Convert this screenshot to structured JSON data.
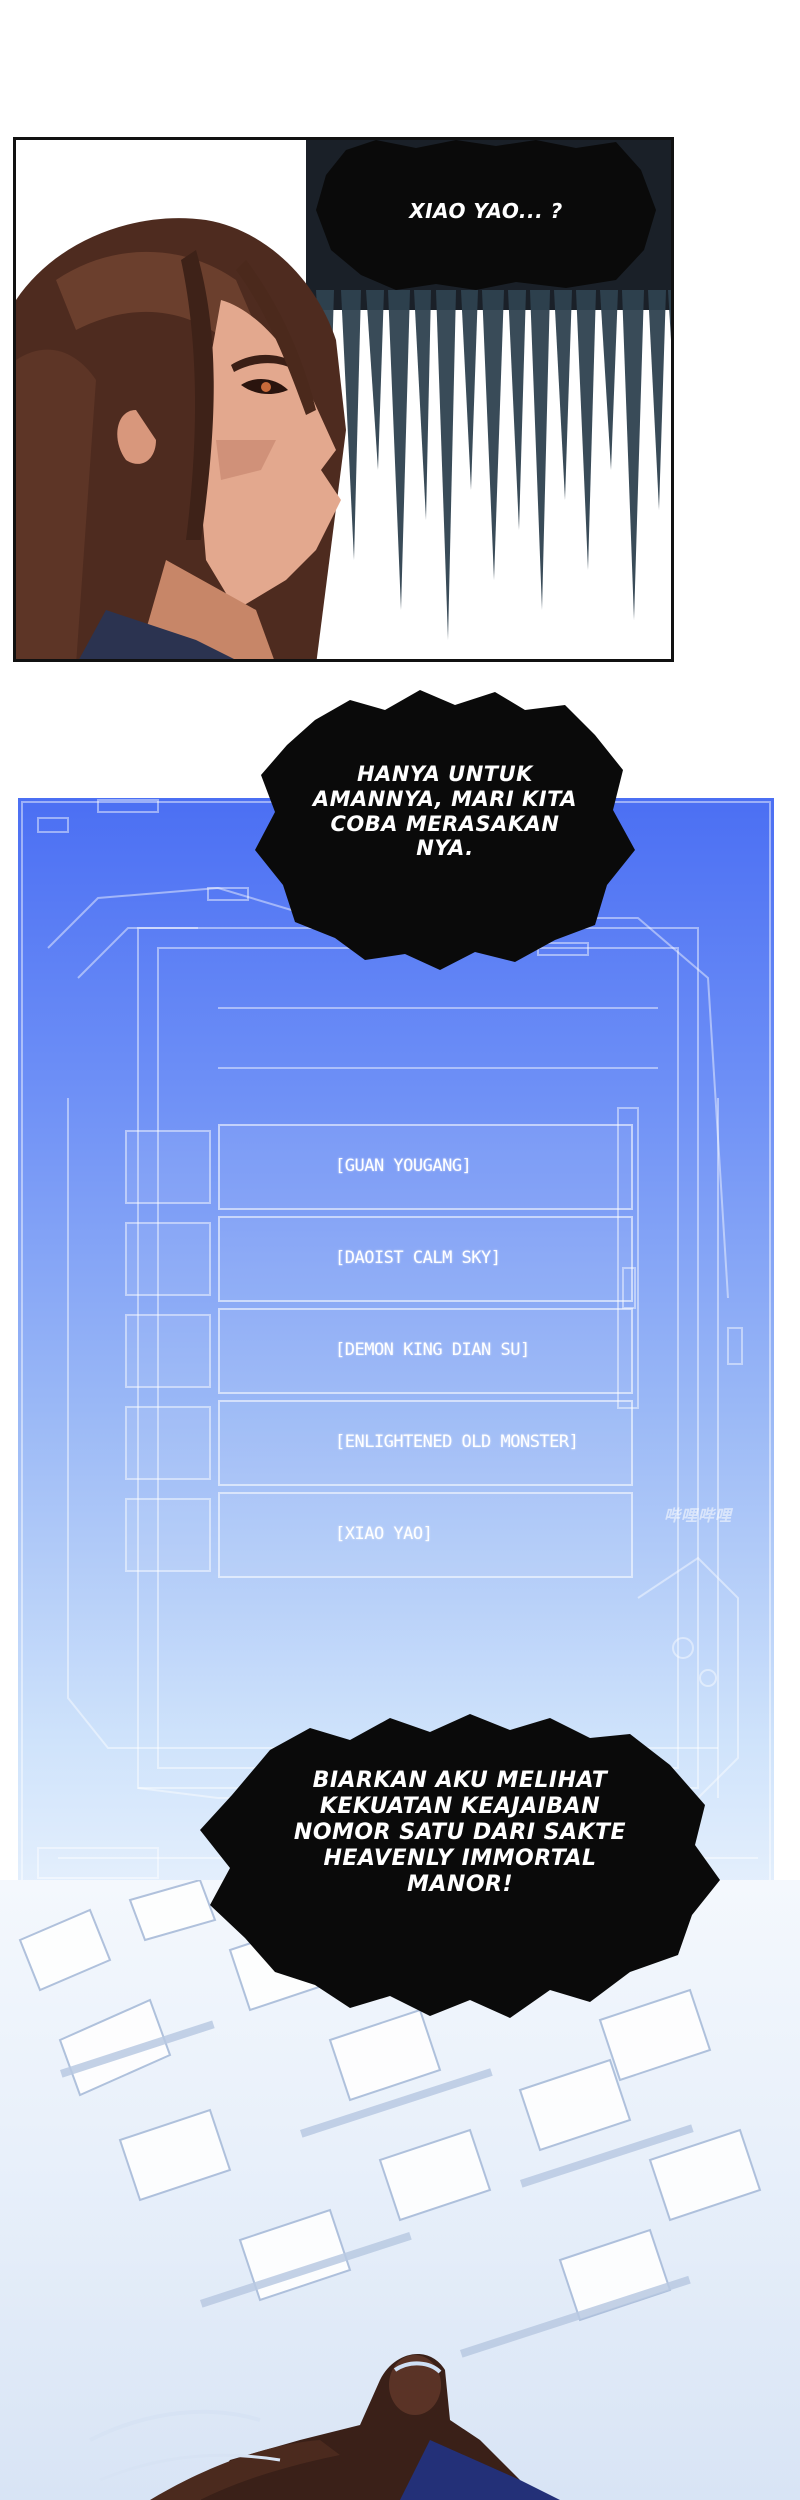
{
  "panel1": {
    "bubble_text": "XIAO YAO... ?"
  },
  "bubble2": {
    "lines": [
      "HANYA UNTUK",
      "AMANNYA, MARI KITA",
      "COBA MERASAKAN",
      "NYA."
    ]
  },
  "system_list": {
    "items": [
      {
        "label": "[GUAN YOUGANG]"
      },
      {
        "label": "[DAOIST CALM SKY]"
      },
      {
        "label": "[DEMON KING DIAN SU]"
      },
      {
        "label": "[ENLIGHTENED OLD MONSTER]"
      },
      {
        "label": "[XIAO YAO]"
      }
    ]
  },
  "bubble3": {
    "lines": [
      "BIARKAN AKU MELIHAT",
      "KEKUATAN KEAJAIBAN",
      "NOMOR SATU DARI SAKTE",
      "HEAVENLY IMMORTAL",
      "MANOR!"
    ]
  },
  "watermark": "哔哩哔哩",
  "colors": {
    "panel_blue_top": "#4b6ff3",
    "panel_blue_bottom": "#e7f1fd",
    "bubble_black": "#0a0a0a",
    "hair_brown": "#5a3326",
    "skin": "#e8b39a"
  }
}
